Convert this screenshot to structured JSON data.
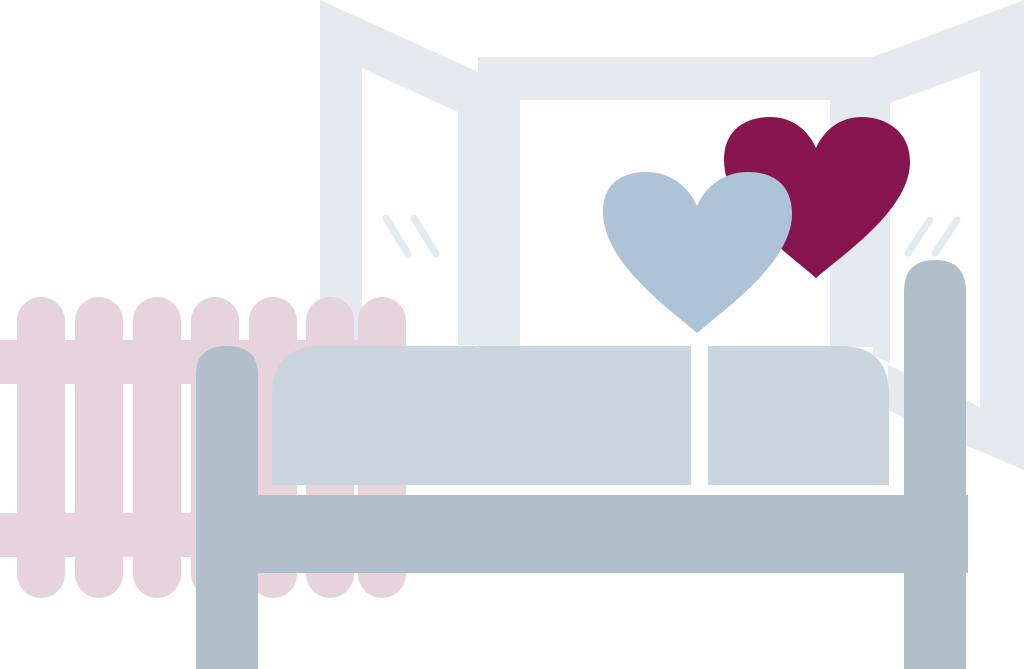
{
  "illustration": {
    "subject": "bedroom-with-hearts",
    "elements": [
      "window",
      "radiator",
      "bed",
      "heart-light-blue",
      "heart-magenta"
    ],
    "colors": {
      "background": "#ffffff",
      "window": "#e4eaf0",
      "radiator": "#e6d3dc",
      "bed_frame": "#b0bfca",
      "mattress": "#cad5de",
      "heart_light": "#adc4d6",
      "heart_dark": "#86144f"
    }
  }
}
